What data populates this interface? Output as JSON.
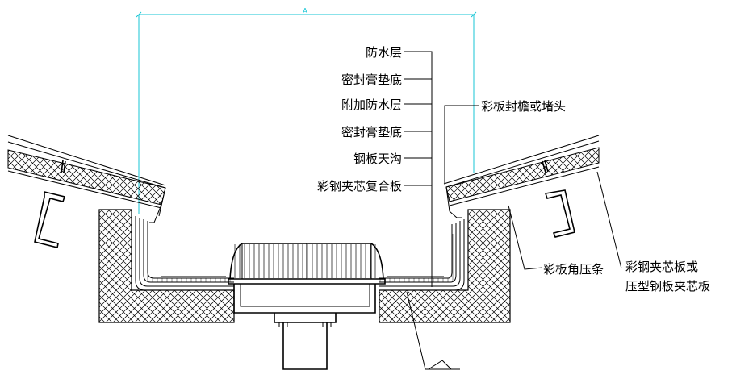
{
  "labels": {
    "waterproof_layer": "防水层",
    "sealant_base_1": "密封膏垫底",
    "extra_waterproof_layer": "附加防水层",
    "sealant_base_2": "密封膏垫底",
    "steel_gutter": "钢板天沟",
    "color_steel_composite_panel": "彩钢夹芯复合板",
    "eave_seal": "彩板封檐或堵头",
    "corner_strip": "彩板角压条",
    "sandwich_panel_line1": "彩钢夹芯板或",
    "sandwich_panel_line2": "压型钢板夹芯板"
  },
  "dimension_text": "A",
  "colors": {
    "dimension": "#17c6d6",
    "linework": "#000000"
  }
}
